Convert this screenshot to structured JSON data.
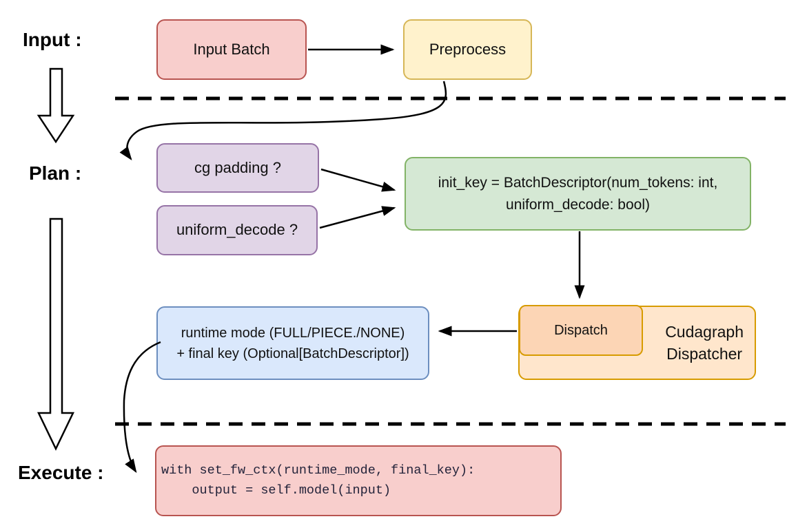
{
  "labels": {
    "input": "Input :",
    "plan": "Plan :",
    "execute": "Execute :"
  },
  "nodes": {
    "input_batch": {
      "label": "Input Batch",
      "fill": "#f8cecc",
      "border": "#b85450"
    },
    "preprocess": {
      "label": "Preprocess",
      "fill": "#fff2cc",
      "border": "#d6b656"
    },
    "cg_padding": {
      "label": "cg padding ?",
      "fill": "#e1d5e7",
      "border": "#9673a6"
    },
    "uniform_decode": {
      "label": "uniform_decode ?",
      "fill": "#e1d5e7",
      "border": "#9673a6"
    },
    "init_key": {
      "line1": "init_key = BatchDescriptor(num_tokens: int,",
      "line2": "uniform_decode: bool)",
      "fill": "#d5e8d4",
      "border": "#82b366"
    },
    "dispatch": {
      "label": "Dispatch",
      "fill": "#fcd5b5",
      "border": "#d79b00"
    },
    "dispatcher": {
      "line1": "Cudagraph",
      "line2": "Dispatcher",
      "fill": "#ffe6cc",
      "border": "#d79b00"
    },
    "runtime_final": {
      "line1": "runtime mode (FULL/PIECE./NONE)",
      "line2": "+ final key (Optional[BatchDescriptor])",
      "fill": "#dae8fc",
      "border": "#6c8ebf"
    },
    "execute_code": {
      "line1": "with set_fw_ctx(runtime_mode, final_key):",
      "line2": "    output = self.model(input)",
      "fill": "#f8cecc",
      "border": "#b85450"
    }
  },
  "colors": {
    "connector": "#000000",
    "divider": "#000000",
    "text": "#111111",
    "background": "#ffffff"
  }
}
